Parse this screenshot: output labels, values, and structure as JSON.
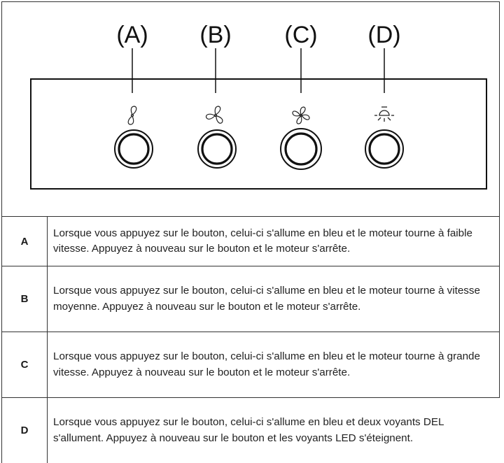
{
  "diagram": {
    "labels": [
      "(A)",
      "(B)",
      "(C)",
      "(D)"
    ],
    "icons": [
      "fan-low-icon",
      "fan-medium-icon",
      "fan-high-icon",
      "light-icon"
    ]
  },
  "rows": [
    {
      "key": "A",
      "text": "Lorsque vous appuyez sur le bouton, celui-ci s'allume en bleu et le moteur tourne à faible vitesse. Appuyez à nouveau sur le bouton et le moteur s'arrête."
    },
    {
      "key": "B",
      "text": "Lorsque vous appuyez sur le bouton, celui-ci s'allume en bleu et le moteur tourne à vitesse moyenne. Appuyez à nouveau sur le bouton et le moteur s'arrête."
    },
    {
      "key": "C",
      "text": "Lorsque vous appuyez sur le bouton, celui-ci s'allume en bleu et le moteur tourne à grande vitesse. Appuyez à nouveau sur le bouton et le moteur s'arrête."
    },
    {
      "key": "D",
      "text": "Lorsque vous appuyez sur le bouton, celui-ci s'allume en bleu et deux voyants DEL s'allument. Appuyez à nouveau sur le bouton et les voyants LED s'éteignent."
    }
  ]
}
